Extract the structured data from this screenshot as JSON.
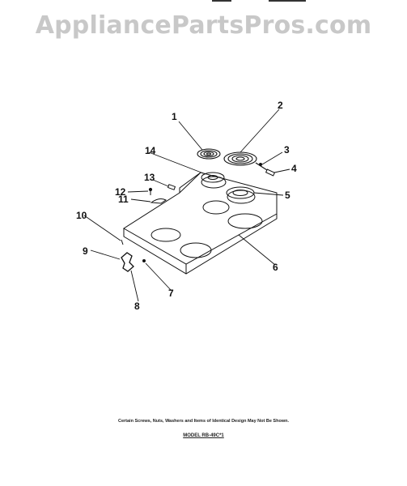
{
  "watermark": "AppliancePartsPros.com",
  "callouts": [
    "1",
    "2",
    "3",
    "4",
    "5",
    "6",
    "7",
    "8",
    "9",
    "10",
    "11",
    "12",
    "13",
    "14"
  ],
  "footer": {
    "note": "Certain Screws, Nuts, Washers and Items of Identical Design May Not Be Shown.",
    "model": "MODEL RB-49C*1"
  }
}
